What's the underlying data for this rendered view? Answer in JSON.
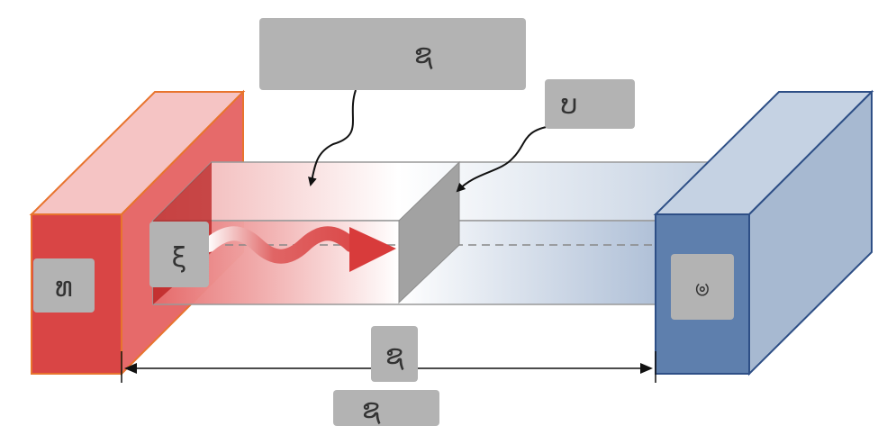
{
  "labels": {
    "top": "ຊ",
    "top_right": "ບ",
    "hot_block": "ທ",
    "heat_flow": "ξ",
    "cold_block": "ၑ",
    "length_upper": "ຊ",
    "length_lower": "ຊ"
  },
  "colors": {
    "hot": "#d94545",
    "hot_light": "#f2b8b8",
    "hot_edge": "#e8742e",
    "cold": "#5e7fad",
    "cold_light": "#c5d2e3",
    "cold_edge": "#2e4f86",
    "label_box": "#b3b3b3",
    "arrow": "#d83b3b",
    "rod_outline": "#999999"
  }
}
